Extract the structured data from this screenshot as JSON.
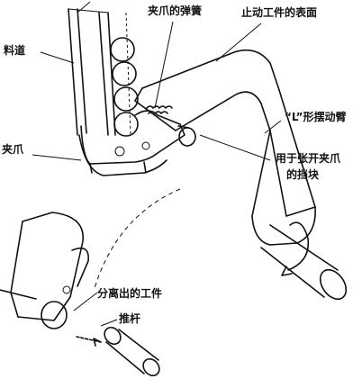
{
  "labels": {
    "spring": "夹爪的弹簧",
    "stop_surface": "止动工件的表面",
    "feed_channel": "料道",
    "l_arm": "“L”形摆动臂",
    "gripper": "夹爪",
    "stop_block_line1": "用于张开夹爪",
    "stop_block_line2": "的挡块",
    "separated_workpiece": "分离出的工件",
    "push_rod": "推杆"
  }
}
